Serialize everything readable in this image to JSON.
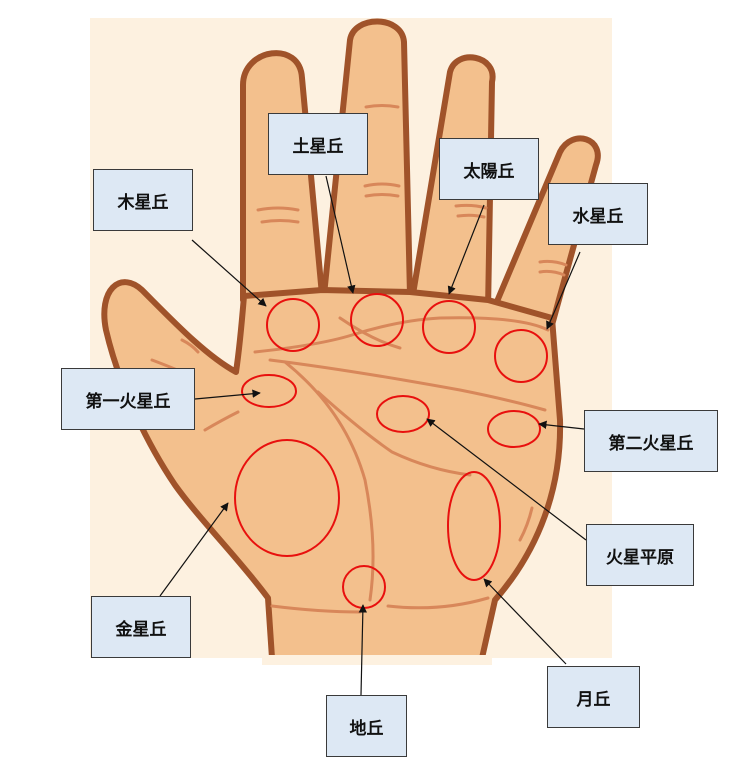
{
  "colors": {
    "background_panel": "#fdf1e0",
    "skin": "#f3c08d",
    "outline": "#a0532a",
    "crease": "#d8875a",
    "hill_circle": "#e8100e",
    "label_fill": "#dde8f4",
    "arrow": "#111111"
  },
  "labels": {
    "saturn": "土星丘",
    "sun": "太陽丘",
    "jupiter": "木星丘",
    "mercury": "水星丘",
    "mars1": "第一火星丘",
    "mars2": "第二火星丘",
    "mars_plain": "火星平原",
    "venus": "金星丘",
    "moon": "月丘",
    "earth": "地丘"
  }
}
